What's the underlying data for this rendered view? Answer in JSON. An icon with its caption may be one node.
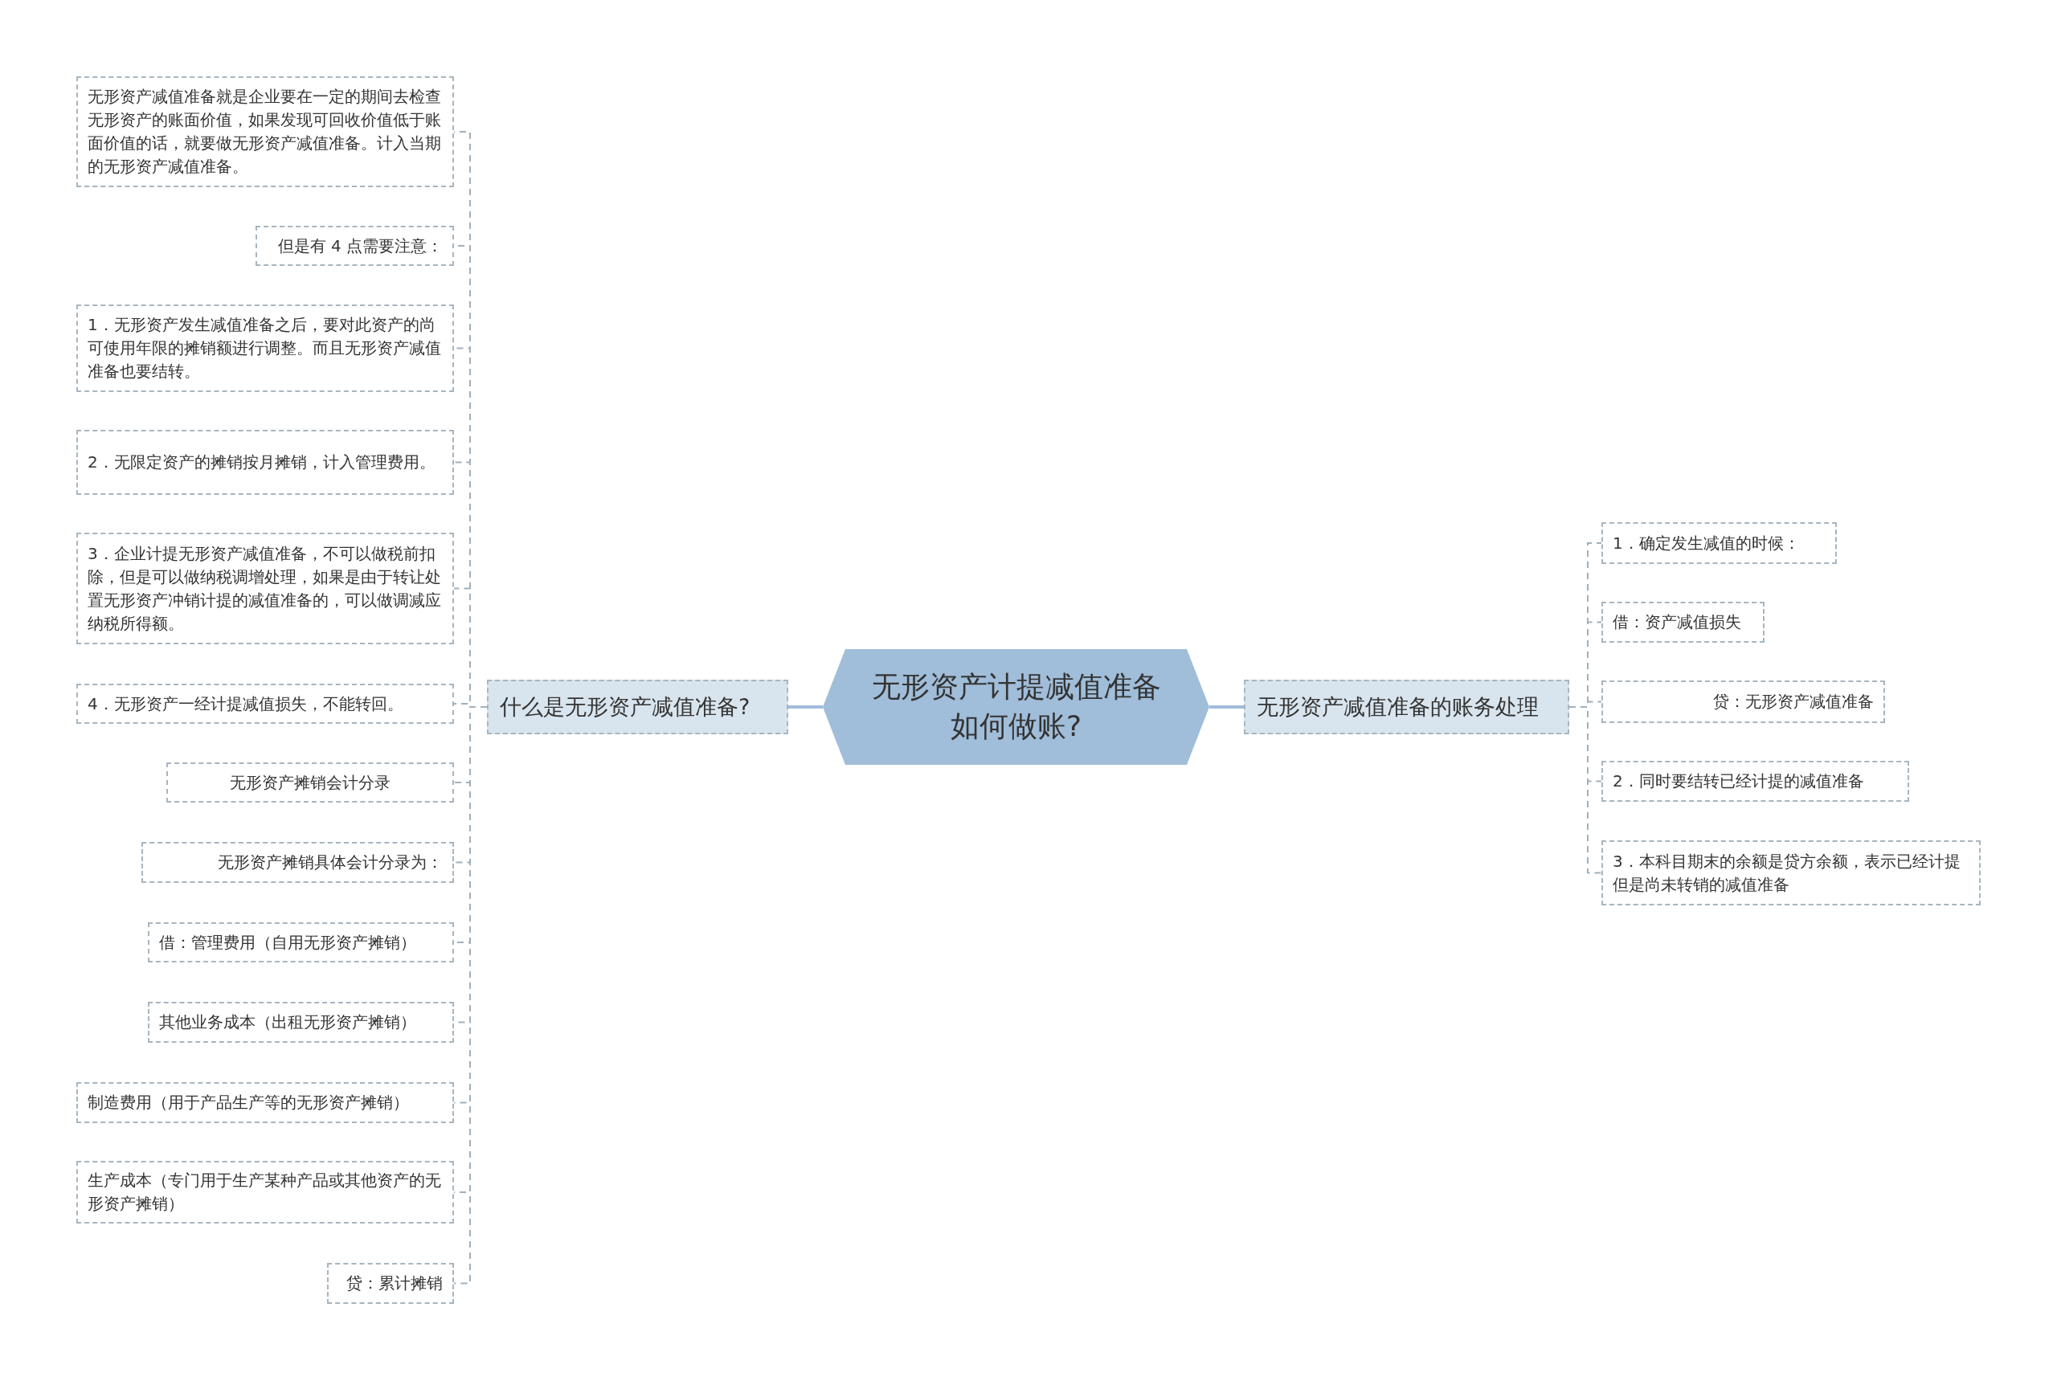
{
  "diagram": {
    "nodes": [
      {
        "text": [
          "无形资产计提减值准备如何做账?"
        ]
      },
      {
        "text": [
          "什么是无形资产减值准备?"
        ]
      },
      {
        "text": [
          "无形资产减值准备就是企业要在一定的期间去检查无形资产的账面价值，如果发现可回收价值低于账面价值的话，就要做无形资产减值准备。计入当期的无形资产减值准备。"
        ]
      },
      {
        "text": [
          "但是有 4 点需要注意："
        ]
      },
      {
        "text": [
          "1．无形资产发生减值准备之后，要对此资产的尚可使用年限的摊销额进行调整。而且无形资产减值准备也要结转。"
        ]
      },
      {
        "text": [
          "2．无限定资产的摊销按月摊销，计入管理费用。"
        ]
      },
      {
        "text": [
          "3．企业计提无形资产减值准备，不可以做税前扣除，但是可以做纳税调增处理，如果是由于转让处置无形资产冲销计提的减值准备的，可以做调减应纳税所得额。"
        ]
      },
      {
        "text": [
          "4．无形资产一经计提减值损失，不能转回。"
        ]
      },
      {
        "text": [
          "无形资产摊销会计分录"
        ]
      },
      {
        "text": [
          "无形资产摊销具体会计分录为："
        ]
      },
      {
        "text": [
          "借：管理费用（自用无形资产摊销）"
        ]
      },
      {
        "text": [
          "其他业务成本（出租无形资产摊销）"
        ]
      },
      {
        "text": [
          "制造费用（用于产品生产等的无形资产摊销）"
        ]
      },
      {
        "text": [
          "生产成本（专门用于生产某种产品或其他资产的无形资产摊销）"
        ]
      },
      {
        "text": [
          "贷：累计摊销"
        ]
      },
      {
        "text": [
          "无形资产减值准备的账务处理"
        ]
      },
      {
        "text": [
          "1．确定发生减值的时候："
        ]
      },
      {
        "text": [
          "借：资产减值损失"
        ]
      },
      {
        "text": [
          "贷：无形资产减值准备"
        ]
      },
      {
        "text": [
          "2．同时要结转已经计提的减值准备"
        ]
      },
      {
        "text": [
          "3．本科目期末的余额是贷方余额，表示已经计提但是尚未转销的减值准备"
        ]
      }
    ],
    "edges": [
      {
        "from": 0,
        "to": 1,
        "arrow": "none"
      },
      {
        "from": 0,
        "to": 15,
        "arrow": "none"
      },
      {
        "from": 1,
        "to": 2,
        "arrow": "none",
        "style": "dashed"
      },
      {
        "from": 1,
        "to": 3,
        "arrow": "none",
        "style": "dashed"
      },
      {
        "from": 1,
        "to": 4,
        "arrow": "none",
        "style": "dashed"
      },
      {
        "from": 1,
        "to": 5,
        "arrow": "none",
        "style": "dashed"
      },
      {
        "from": 1,
        "to": 6,
        "arrow": "none",
        "style": "dashed"
      },
      {
        "from": 1,
        "to": 7,
        "arrow": "none",
        "style": "dashed"
      },
      {
        "from": 1,
        "to": 8,
        "arrow": "none",
        "style": "dashed"
      },
      {
        "from": 1,
        "to": 9,
        "arrow": "none",
        "style": "dashed"
      },
      {
        "from": 1,
        "to": 10,
        "arrow": "none",
        "style": "dashed"
      },
      {
        "from": 1,
        "to": 11,
        "arrow": "none",
        "style": "dashed"
      },
      {
        "from": 1,
        "to": 12,
        "arrow": "none",
        "style": "dashed"
      },
      {
        "from": 1,
        "to": 13,
        "arrow": "none",
        "style": "dashed"
      },
      {
        "from": 1,
        "to": 14,
        "arrow": "none",
        "style": "dashed"
      },
      {
        "from": 15,
        "to": 16,
        "arrow": "none",
        "style": "dashed"
      },
      {
        "from": 15,
        "to": 17,
        "arrow": "none",
        "style": "dashed"
      },
      {
        "from": 15,
        "to": 18,
        "arrow": "none",
        "style": "dashed"
      },
      {
        "from": 15,
        "to": 19,
        "arrow": "none",
        "style": "dashed"
      },
      {
        "from": 15,
        "to": 20,
        "arrow": "none",
        "style": "dashed"
      }
    ]
  }
}
